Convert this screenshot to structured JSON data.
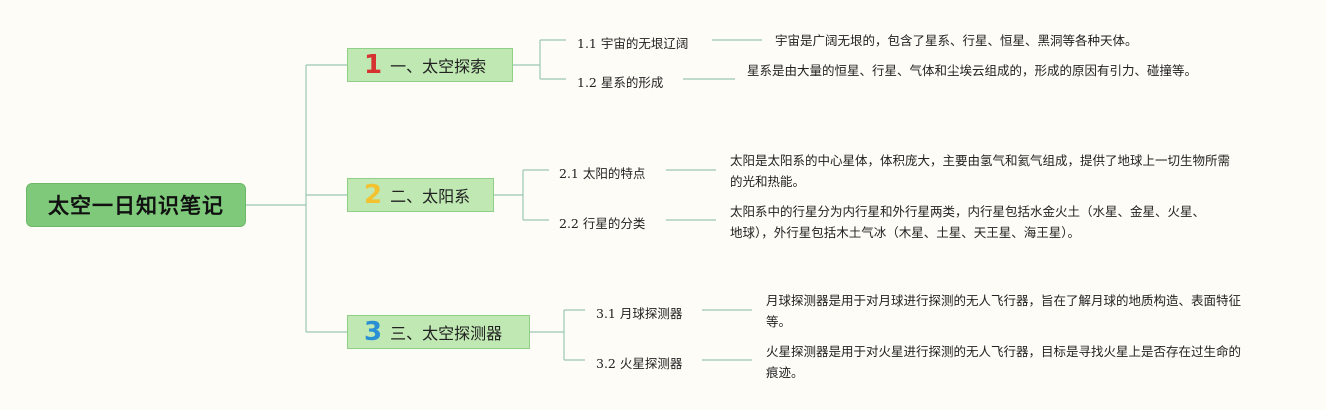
{
  "root": {
    "title": "太空一日知识笔记"
  },
  "branches": [
    {
      "number": "1",
      "title": "一、太空探索",
      "color": "#d6322f",
      "children": [
        {
          "label": "1.1 宇宙的无垠辽阔",
          "text": "宇宙是广阔无垠的，包含了星系、行星、恒星、黑洞等各种天体。"
        },
        {
          "label": "1.2 星系的形成",
          "text": "星系是由大量的恒星、行星、气体和尘埃云组成的，形成的原因有引力、碰撞等。"
        }
      ]
    },
    {
      "number": "2",
      "title": "二、太阳系",
      "color": "#f2c230",
      "children": [
        {
          "label": "2.1 太阳的特点",
          "text": "太阳是太阳系的中心星体，体积庞大，主要由氢气和氦气组成，提供了地球上一切生物所需的光和热能。"
        },
        {
          "label": "2.2 行星的分类",
          "text": "太阳系中的行星分为内行星和外行星两类，内行星包括水金火土（水星、金星、火星、地球），外行星包括木土气冰（木星、土星、天王星、海王星）。"
        }
      ]
    },
    {
      "number": "3",
      "title": "三、太空探测器",
      "color": "#2a8fd4",
      "children": [
        {
          "label": "3.1 月球探测器",
          "text": "月球探测器是用于对月球进行探测的无人飞行器，旨在了解月球的地质构造、表面特征等。"
        },
        {
          "label": "3.2 火星探测器",
          "text": "火星探测器是用于对火星进行探测的无人飞行器，目标是寻找火星上是否存在过生命的痕迹。"
        }
      ]
    }
  ]
}
